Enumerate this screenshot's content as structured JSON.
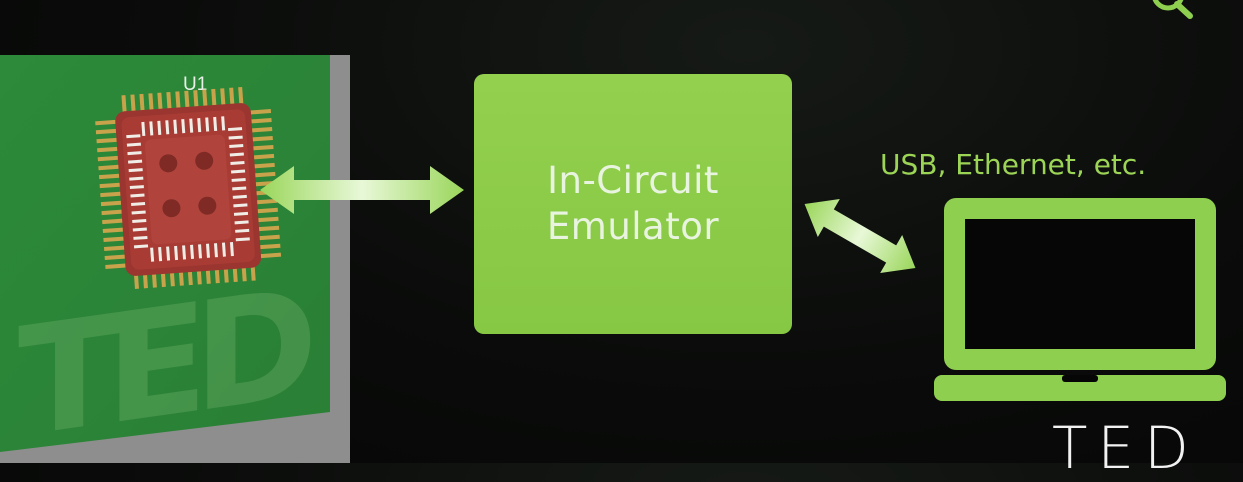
{
  "diagram": {
    "chip": {
      "label": "U1"
    },
    "emulator": {
      "line1": "In-Circuit",
      "line2": "Emulator"
    },
    "connection": {
      "label": "USB, Ethernet, etc."
    },
    "watermark": {
      "text": "TED"
    },
    "logo": {
      "text": "TED"
    }
  },
  "colors": {
    "accent_green": "#8fcf4f",
    "box_green": "#8ccc47",
    "label_green": "#9cd456",
    "board_green": "#2e8a3a",
    "chip_red": "#a23a33",
    "pin_gold": "#c7a24a",
    "background": "#0a0b0a"
  },
  "icons": [
    "chip-icon",
    "laptop-icon",
    "magnifier-icon",
    "double-arrow-icon"
  ]
}
